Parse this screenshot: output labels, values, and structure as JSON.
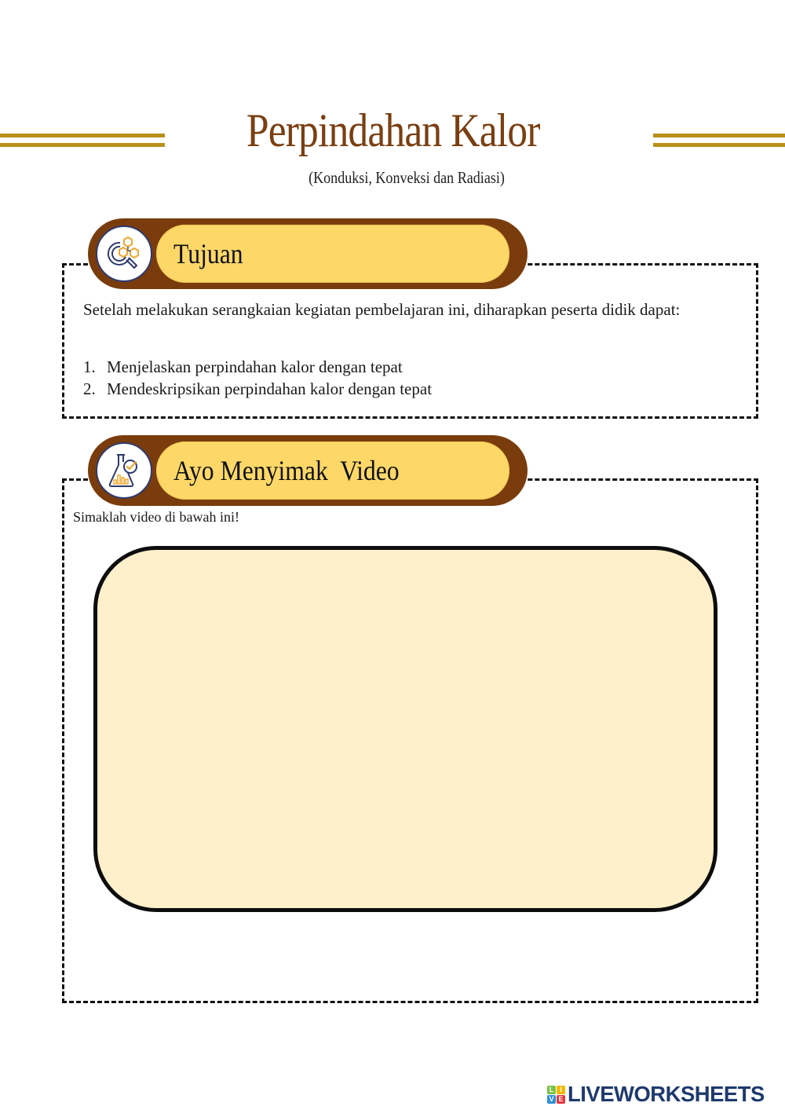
{
  "header": {
    "title": "Perpindahan Kalor",
    "subtitle": "(Konduksi, Konveksi dan Radiasi)",
    "accent_color": "#b8901a",
    "title_color": "#7a3f12"
  },
  "sections": [
    {
      "heading": "Tujuan",
      "icon": "molecule-search-icon",
      "intro": "Setelah melakukan serangkaian kegiatan pembelajaran ini, diharapkan peserta didik dapat:",
      "goals": [
        {
          "num": "1.",
          "text": "Menjelaskan perpindahan kalor dengan tepat"
        },
        {
          "num": "2.",
          "text": "Mendeskripsikan perpindahan kalor dengan tepat"
        }
      ]
    },
    {
      "heading": "Ayo Menyimak  Video",
      "icon": "flask-chart-check-icon",
      "instruction": "Simaklah video di bawah ini!",
      "video_placeholder_color": "#fff0cb"
    }
  ],
  "colors": {
    "pill_outer": "#7a3c0c",
    "pill_inner": "#fdd868",
    "icon_outline": "#2e3a6e",
    "icon_accent": "#f0a830"
  },
  "footer": {
    "brand_tiles": [
      "L",
      "I",
      "V",
      "E"
    ],
    "brand_name": "LIVEWORKSHEETS"
  }
}
